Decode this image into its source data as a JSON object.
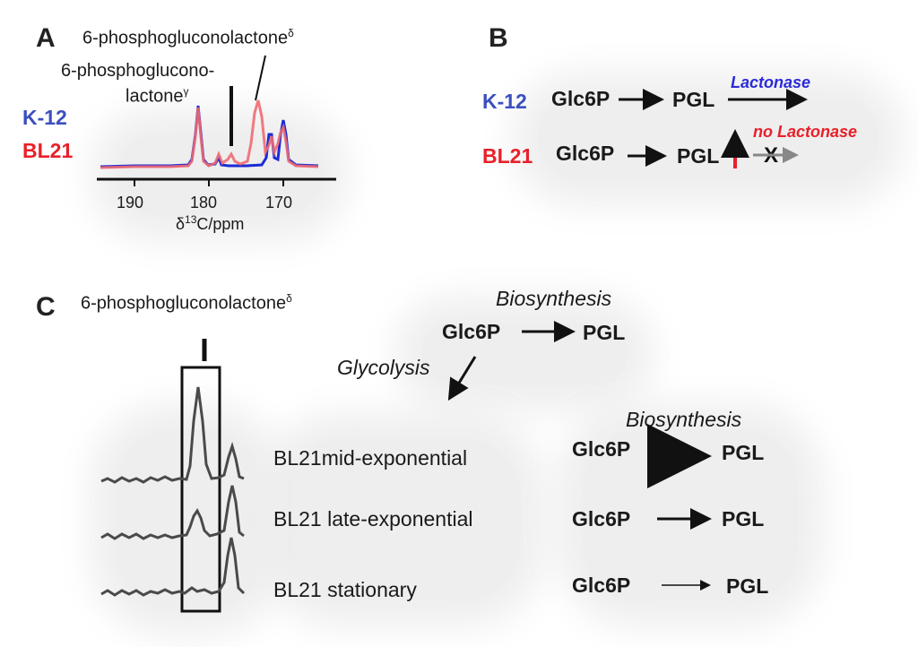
{
  "panel_a": {
    "letter": "A",
    "peak_delta_label": "6-phosphogluconolactone",
    "peak_delta_sup": "δ",
    "peak_gamma_label_1": "6-phosphoglucono-",
    "peak_gamma_label_2": "lactone",
    "peak_gamma_sup": "γ",
    "strain_k12": "K-12",
    "strain_bl21": "BL21",
    "tick_190": "190",
    "tick_180": "180",
    "tick_170": "170",
    "axis_prefix": "δ",
    "axis_sup": "13",
    "axis_suffix": "C/ppm"
  },
  "panel_b": {
    "letter": "B",
    "row1_strain": "K-12",
    "row1_substrate": "Glc6P",
    "row1_product": "PGL",
    "row1_enzyme": "Lactonase",
    "row2_strain": "BL21",
    "row2_substrate": "Glc6P",
    "row2_product": "PGL",
    "row2_enzyme": "no Lactonase",
    "row2_block": "X"
  },
  "panel_c": {
    "letter": "C",
    "peak_label": "6-phosphogluconolactone",
    "peak_sup": "δ",
    "top_route": "Biosynthesis",
    "top_substrate": "Glc6P",
    "top_product": "PGL",
    "glycolysis": "Glycolysis",
    "rows": [
      {
        "sample": "BL21mid-exponential",
        "route": "Biosynthesis",
        "substrate": "Glc6P",
        "product": "PGL"
      },
      {
        "sample": "BL21 late-exponential",
        "substrate": "Glc6P",
        "product": "PGL"
      },
      {
        "sample": "BL21 stationary",
        "substrate": "Glc6P",
        "product": "PGL"
      }
    ]
  },
  "colors": {
    "k12": "#3b4fbf",
    "bl21": "#e8202a",
    "spectrum_blue": "#1c2bd6",
    "spectrum_red": "#f06a72",
    "trace": "#4a4a4a",
    "lactonase_text": "#2b2bd9"
  }
}
